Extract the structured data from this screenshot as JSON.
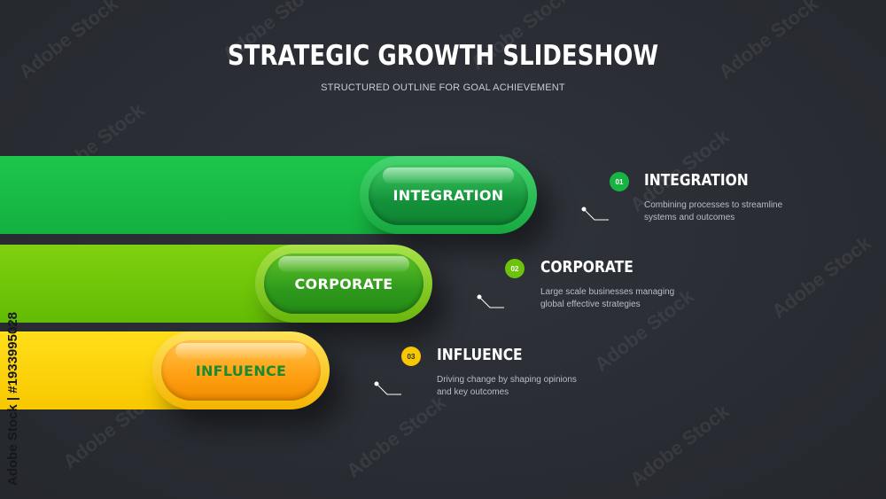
{
  "header": {
    "title": "STRATEGIC GROWTH SLIDESHOW",
    "subtitle": "STRUCTURED OUTLINE FOR GOAL ACHIEVEMENT"
  },
  "steps": [
    {
      "pill_label": "INTEGRATION",
      "number": "01",
      "title": "INTEGRATION",
      "desc": [
        "Combining processes to streamline",
        "systems and outcomes"
      ],
      "color": "#17b443"
    },
    {
      "pill_label": "CORPORATE",
      "number": "02",
      "title": "CORPORATE",
      "desc": [
        "Large scale businesses managing",
        "global effective strategies"
      ],
      "color": "#6cc20c"
    },
    {
      "pill_label": "INFLUENCE",
      "number": "03",
      "title": "INFLUENCE",
      "desc": [
        "Driving change by shaping opinions",
        "and key outcomes"
      ],
      "color": "#f7c700"
    }
  ],
  "watermark": {
    "text": "Adobe Stock",
    "stock_id": "Adobe Stock | #1933995028"
  },
  "colors": {
    "background": "#2a2d33",
    "green": "#17b443",
    "lime": "#6cc20c",
    "yellow": "#f7c700"
  }
}
